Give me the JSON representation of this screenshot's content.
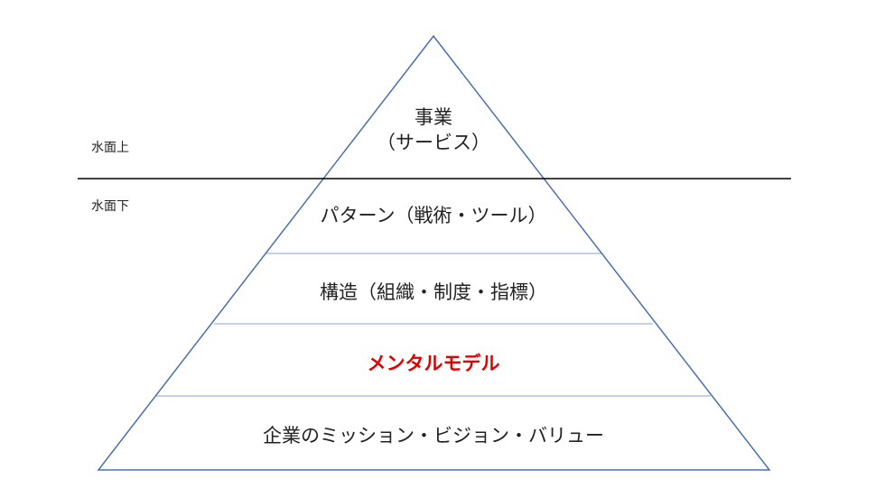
{
  "labels": {
    "above_water": "水面上",
    "below_water": "水面下"
  },
  "layers": {
    "business_line1": "事業",
    "business_line2": "（サービス）",
    "patterns": "パターン（戦術・ツール）",
    "structure": "構造（組織・制度・指標）",
    "mental_model": "メンタルモデル",
    "mission": "企業のミッション・ビジョン・バリュー"
  },
  "colors": {
    "triangle_stroke": "#4a6fb0",
    "divider_stroke": "#9db3d9",
    "waterline": "#000000",
    "text": "#222222",
    "highlight": "#e00000"
  }
}
